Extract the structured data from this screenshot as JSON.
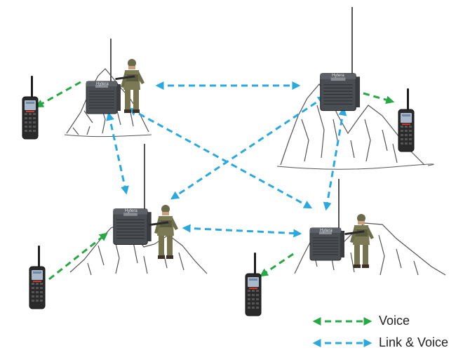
{
  "legend": {
    "voice": {
      "label": "Voice",
      "color": "#27a844"
    },
    "link_voice": {
      "label": "Link & Voice",
      "color": "#29a9e0"
    }
  },
  "brand": "Hytera",
  "sites": [
    {
      "id": "site-top-left",
      "has_soldier": true
    },
    {
      "id": "site-top-right",
      "has_soldier": false
    },
    {
      "id": "site-bottom-left",
      "has_soldier": true
    },
    {
      "id": "site-bottom-right",
      "has_soldier": true
    }
  ],
  "handheld_radios": [
    {
      "id": "radio-top-left"
    },
    {
      "id": "radio-top-right"
    },
    {
      "id": "radio-bottom-left"
    },
    {
      "id": "radio-bottom-right"
    }
  ],
  "links": [
    {
      "from": "site-top-left",
      "to": "site-top-right",
      "type": "link_voice"
    },
    {
      "from": "site-top-left",
      "to": "site-bottom-left",
      "type": "link_voice"
    },
    {
      "from": "site-top-left",
      "to": "site-bottom-right",
      "type": "link_voice"
    },
    {
      "from": "site-top-right",
      "to": "site-bottom-left",
      "type": "link_voice"
    },
    {
      "from": "site-top-right",
      "to": "site-bottom-right",
      "type": "link_voice"
    },
    {
      "from": "site-bottom-left",
      "to": "site-bottom-right",
      "type": "link_voice"
    },
    {
      "from": "site-top-left",
      "to": "radio-top-left",
      "type": "voice"
    },
    {
      "from": "site-top-right",
      "to": "radio-top-right",
      "type": "voice"
    },
    {
      "from": "radio-bottom-left",
      "to": "site-bottom-left",
      "type": "voice"
    },
    {
      "from": "site-bottom-right",
      "to": "radio-bottom-right",
      "type": "voice"
    }
  ]
}
